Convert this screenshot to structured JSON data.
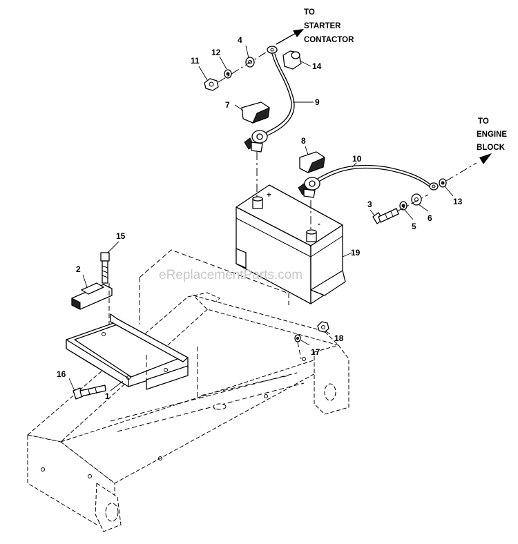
{
  "notes": {
    "starter": [
      "TO",
      "STARTER",
      "CONTACTOR"
    ],
    "engine": [
      "TO",
      "ENGINE",
      "BLOCK"
    ]
  },
  "watermark": "eReplacementParts.com",
  "callouts": {
    "p1": "1",
    "p2": "2",
    "p3": "3",
    "p4": "4",
    "p5": "5",
    "p6": "6",
    "p7": "7",
    "p8": "8",
    "p9": "9",
    "p10": "10",
    "p11": "11",
    "p12": "12",
    "p13": "13",
    "p14": "14",
    "p15": "15",
    "p16": "16",
    "p17": "17",
    "p18": "18",
    "p19": "19"
  },
  "battery_terminals": {
    "positive": "+",
    "negative": "-"
  }
}
